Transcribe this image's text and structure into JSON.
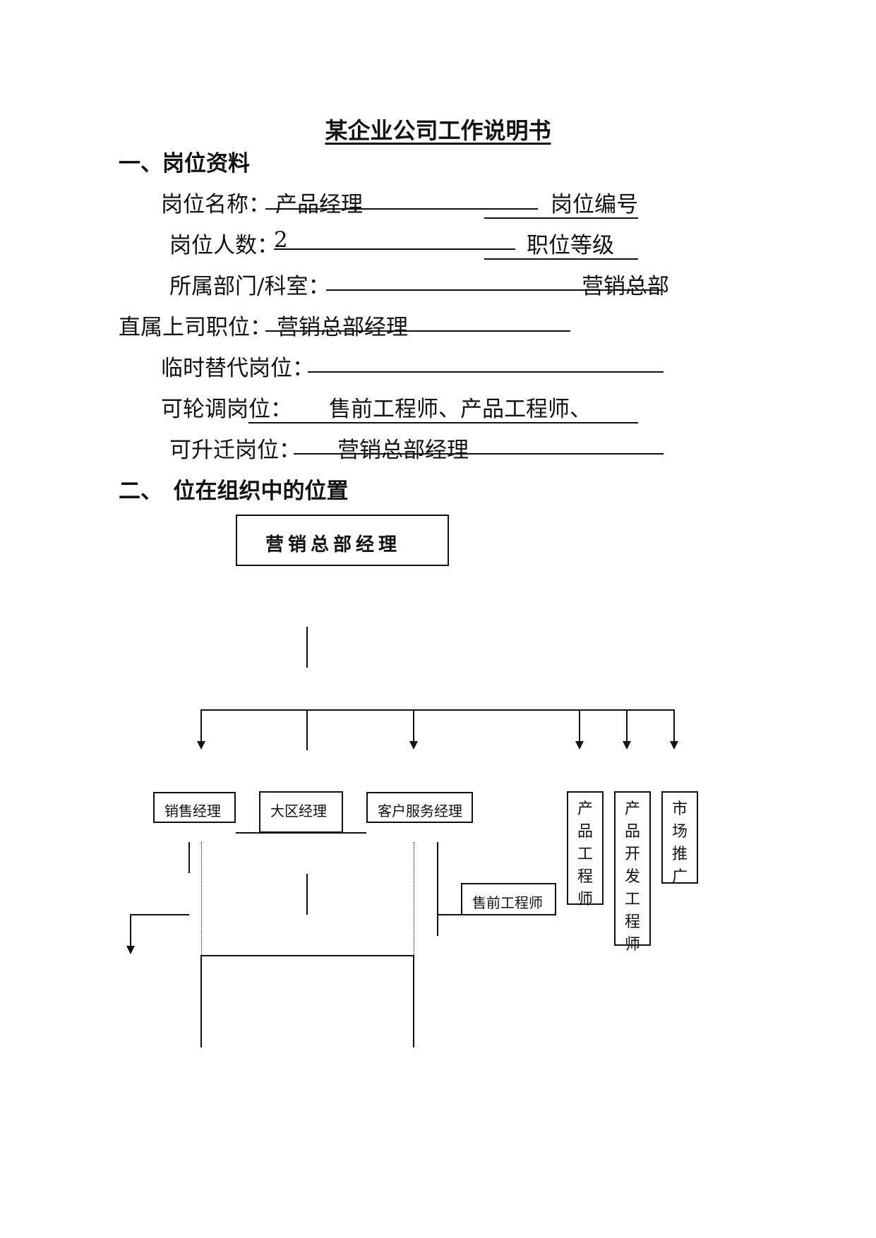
{
  "title": "某企业公司工作说明书",
  "section1": {
    "heading": "一、岗位资料",
    "position_name_label": "岗位名称：",
    "position_name_value": "产品经理",
    "position_code_label": "岗位编号",
    "headcount_label": "岗位人数：",
    "headcount_value": "2",
    "grade_label": "职位等级",
    "department_label": "所属部门/科室：",
    "department_value": "营销总部",
    "supervisor_label": "直属上司职位：",
    "supervisor_value": "营销总部经理",
    "substitute_label": "临时替代岗位：",
    "rotation_label": "可轮调岗位：",
    "rotation_value": "售前工程师、产品工程师、",
    "promotion_label": "可升迁岗位：",
    "promotion_value": "营销总部经理"
  },
  "section2": {
    "heading": "二、　位在组织中的位置",
    "org": {
      "top": "营销总部经理",
      "sales_manager": "销售经理",
      "region_manager": "大区经理",
      "customer_service_manager": "客户服务经理",
      "presales_engineer": "售前工程师",
      "product_engineer": "产品工程师",
      "product_dev_engineer": "产品开发工程师",
      "marketing": "市场推广"
    }
  }
}
